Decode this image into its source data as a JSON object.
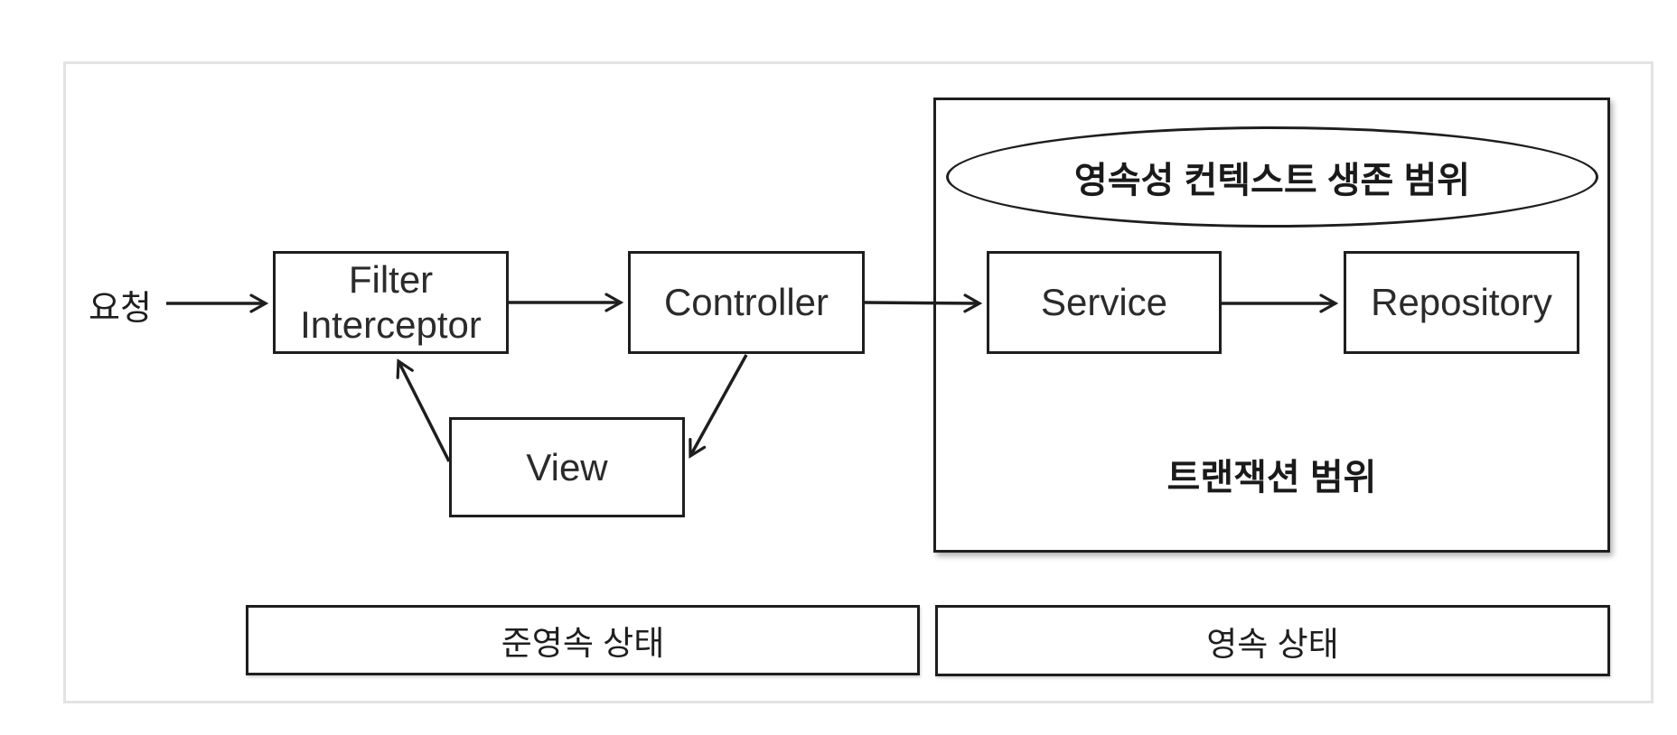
{
  "diagram": {
    "request_label": "요청",
    "nodes": {
      "filter_interceptor": "Filter\nInterceptor",
      "controller": "Controller",
      "view": "View",
      "service": "Service",
      "repository": "Repository"
    },
    "scopes": {
      "persistence_context_label": "영속성 컨텍스트 생존 범위",
      "transaction_label": "트랜잭션 범위"
    },
    "states": {
      "detached_label": "준영속 상태",
      "persistent_label": "영속 상태"
    },
    "colors": {
      "line": "#1e1e1e",
      "frame_border": "#e3e3e3",
      "box_background": "#ffffff",
      "text": "#222222"
    },
    "arrows": [
      {
        "name": "request-to-filter"
      },
      {
        "name": "filter-to-controller"
      },
      {
        "name": "controller-to-service"
      },
      {
        "name": "service-to-repository"
      },
      {
        "name": "view-to-filter-interceptor"
      },
      {
        "name": "controller-to-view"
      }
    ]
  }
}
